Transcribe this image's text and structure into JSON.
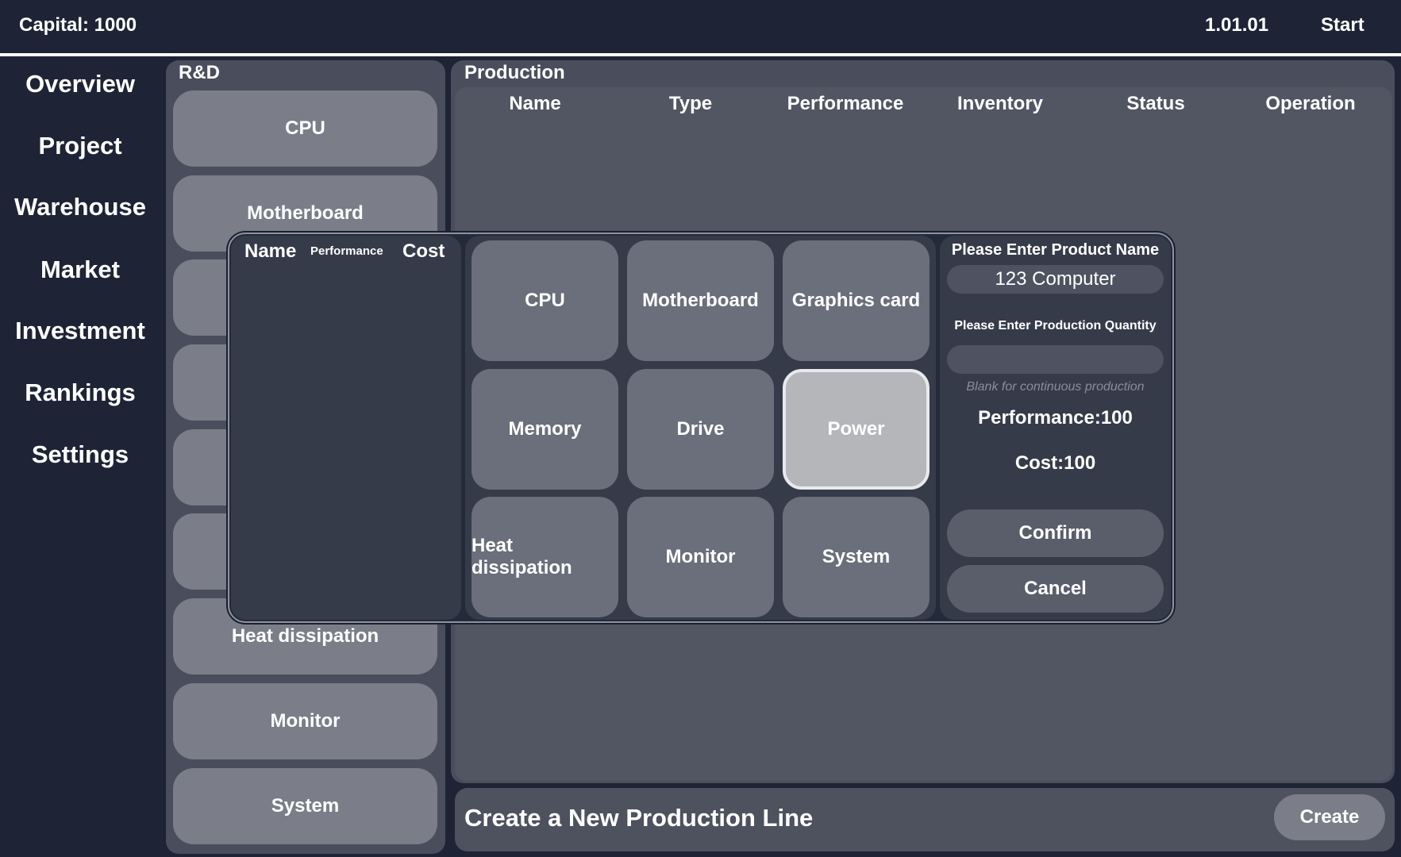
{
  "topbar": {
    "capital": "Capital: 1000",
    "date": "1.01.01",
    "start_label": "Start"
  },
  "sidebar": {
    "items": [
      {
        "label": "Overview"
      },
      {
        "label": "Project"
      },
      {
        "label": "Warehouse"
      },
      {
        "label": "Market"
      },
      {
        "label": "Investment"
      },
      {
        "label": "Rankings"
      },
      {
        "label": "Settings"
      }
    ]
  },
  "rd": {
    "title": "R&D",
    "items": [
      {
        "label": "CPU"
      },
      {
        "label": "Motherboard"
      },
      {
        "label": ""
      },
      {
        "label": ""
      },
      {
        "label": ""
      },
      {
        "label": ""
      },
      {
        "label": "Heat dissipation"
      },
      {
        "label": "Monitor"
      },
      {
        "label": "System"
      }
    ]
  },
  "production": {
    "title": "Production",
    "columns": [
      "Name",
      "Type",
      "Performance",
      "Inventory",
      "Status",
      "Operation"
    ],
    "create_title": "Create a New Production Line",
    "create_label": "Create"
  },
  "modal": {
    "list_headers": {
      "name": "Name",
      "performance": "Performance",
      "cost": "Cost"
    },
    "components": [
      {
        "label": "CPU"
      },
      {
        "label": "Motherboard"
      },
      {
        "label": "Graphics card"
      },
      {
        "label": "Memory"
      },
      {
        "label": "Drive"
      },
      {
        "label": "Power"
      },
      {
        "label": "Heat dissipation"
      },
      {
        "label": "Monitor"
      },
      {
        "label": "System"
      }
    ],
    "selected_component": "Power",
    "form": {
      "name_label": "Please Enter Product Name",
      "name_value": "123 Computer",
      "quantity_label": "Please Enter Production Quantity",
      "quantity_value": "",
      "quantity_hint": "Blank for continuous production",
      "performance": "Performance:100",
      "cost": "Cost:100",
      "confirm_label": "Confirm",
      "cancel_label": "Cancel"
    }
  },
  "colors": {
    "background": "#1e2435",
    "panel": "#4a4e5c",
    "button": "#7b7e88",
    "selected": "#b4b6ba"
  }
}
